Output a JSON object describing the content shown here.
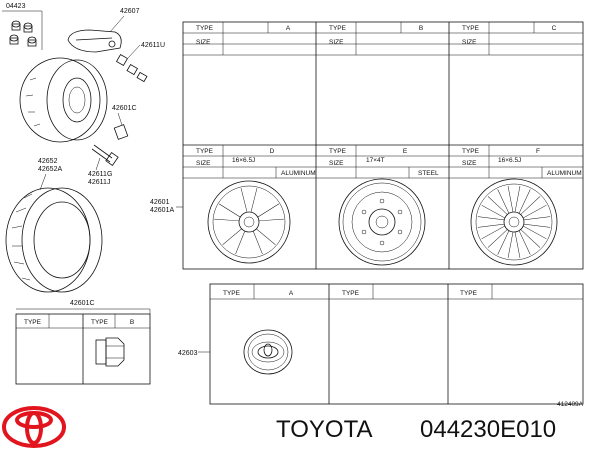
{
  "labels": {
    "p04423": "04423",
    "p42607": "42607",
    "p42611u": "42611U",
    "p42601c_top": "42601C",
    "p42652": "42652",
    "p42652a": "42652A",
    "p42611g": "42611G",
    "p42611j": "42611J",
    "p42601": "42601",
    "p42601a": "42601A",
    "p42601c_bottom": "42601C",
    "p42603": "42603",
    "drawing_code": "412409A"
  },
  "upper_table": {
    "type_label": "TYPE",
    "size_label": "SIZE",
    "top_columns": [
      "A",
      "B",
      "C"
    ],
    "wheel_columns": [
      {
        "type": "D",
        "size": "16×6.5J",
        "material": "ALUMINUM"
      },
      {
        "type": "E",
        "size": "17×4T",
        "material": "STEEL"
      },
      {
        "type": "F",
        "size": "16×6.5J",
        "material": "ALUMINUM"
      }
    ]
  },
  "nut_table": {
    "type_label": "TYPE",
    "columns": [
      "",
      "B"
    ]
  },
  "cap_table": {
    "type_label": "TYPE",
    "columns": [
      "A",
      "",
      ""
    ]
  },
  "caption": {
    "brand": "TOYOTA",
    "part_number": "044230E010"
  }
}
